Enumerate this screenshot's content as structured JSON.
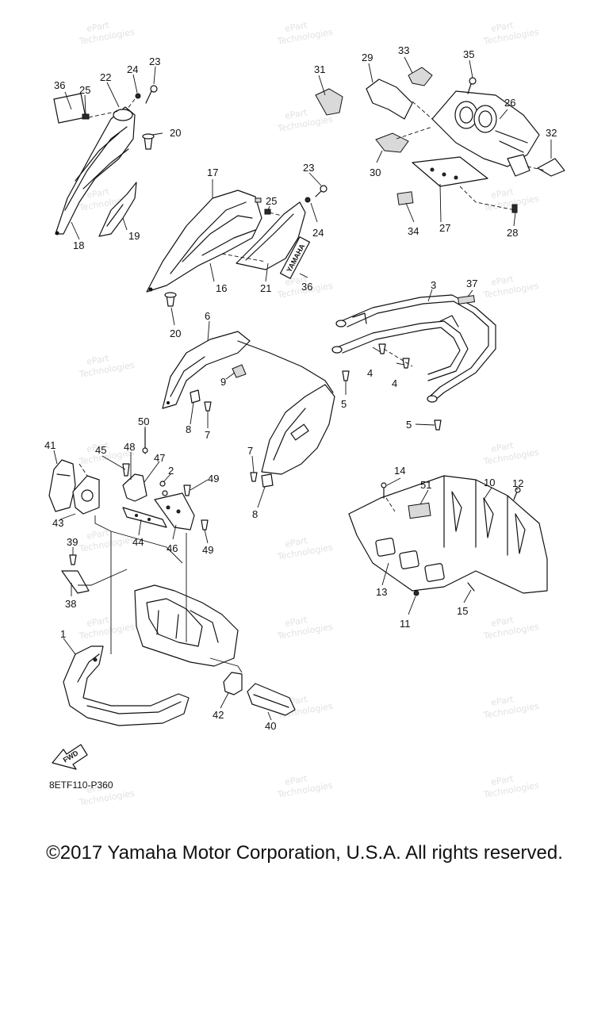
{
  "diagram": {
    "code": "8ETF110-P360",
    "fwd_label": "FWD",
    "decal_text": "YAMAHA",
    "watermark": [
      "ePart",
      "Technologies"
    ],
    "callouts": [
      "1",
      "2",
      "3",
      "4",
      "5",
      "6",
      "7",
      "8",
      "9",
      "10",
      "11",
      "12",
      "13",
      "14",
      "15",
      "16",
      "17",
      "18",
      "19",
      "20",
      "21",
      "22",
      "23",
      "24",
      "25",
      "26",
      "27",
      "28",
      "29",
      "30",
      "31",
      "32",
      "33",
      "34",
      "35",
      "36",
      "37",
      "38",
      "39",
      "40",
      "41",
      "42",
      "43",
      "44",
      "45",
      "46",
      "47",
      "48",
      "49",
      "50",
      "51"
    ]
  },
  "footer": {
    "copyright": "©2017 Yamaha Motor Corporation, U.S.A. All rights reserved."
  }
}
